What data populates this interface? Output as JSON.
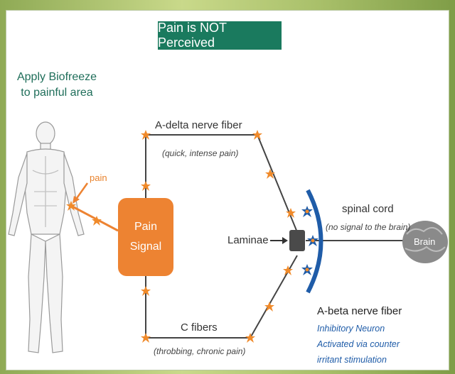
{
  "title": "Pain is NOT Perceived",
  "apply": {
    "line1": "Apply Biofreeze",
    "line2": "to painful area"
  },
  "pain_label": "pain",
  "signal": {
    "line1": "Pain",
    "line2": "Signal"
  },
  "adelta": {
    "label": "A-delta nerve fiber",
    "sub": "(quick, intense pain)"
  },
  "cfibers": {
    "label": "C fibers",
    "sub": "(throbbing, chronic pain)"
  },
  "laminae": "Laminae",
  "spinal": {
    "label": "spinal cord",
    "sub": "(no signal to the brain)"
  },
  "brain": "Brain",
  "abeta": {
    "label": "A-beta nerve fiber",
    "line1": "Inhibitory Neuron",
    "line2": "Activated via counter",
    "line3": "irritant stimulation"
  },
  "colors": {
    "title_bg": "#1a7a5e",
    "signal": "#ed8332",
    "arc": "#1f5ca8",
    "spark": "#f08a2a",
    "nerve": "#444444"
  }
}
